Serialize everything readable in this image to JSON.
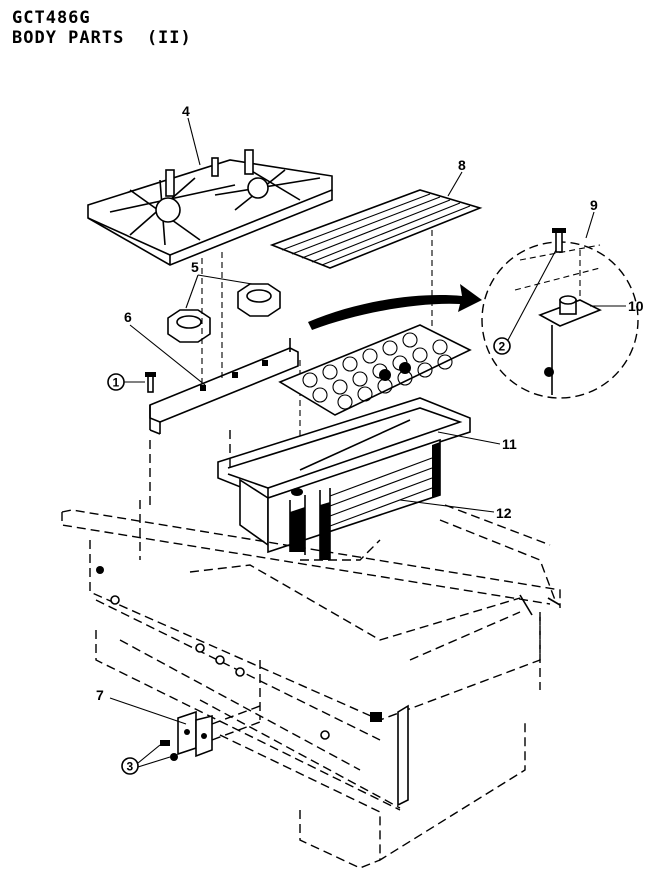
{
  "header": {
    "model": "GCT486G",
    "section": "BODY PARTS  (II)"
  },
  "callouts": {
    "c1": "1",
    "c2": "2",
    "c3": "3",
    "c4": "4",
    "c5": "5",
    "c6": "6",
    "c7": "7",
    "c8": "8",
    "c9": "9",
    "c10": "10",
    "c11": "11",
    "c12": "12"
  },
  "colors": {
    "ink": "#000000",
    "paper": "#ffffff"
  }
}
